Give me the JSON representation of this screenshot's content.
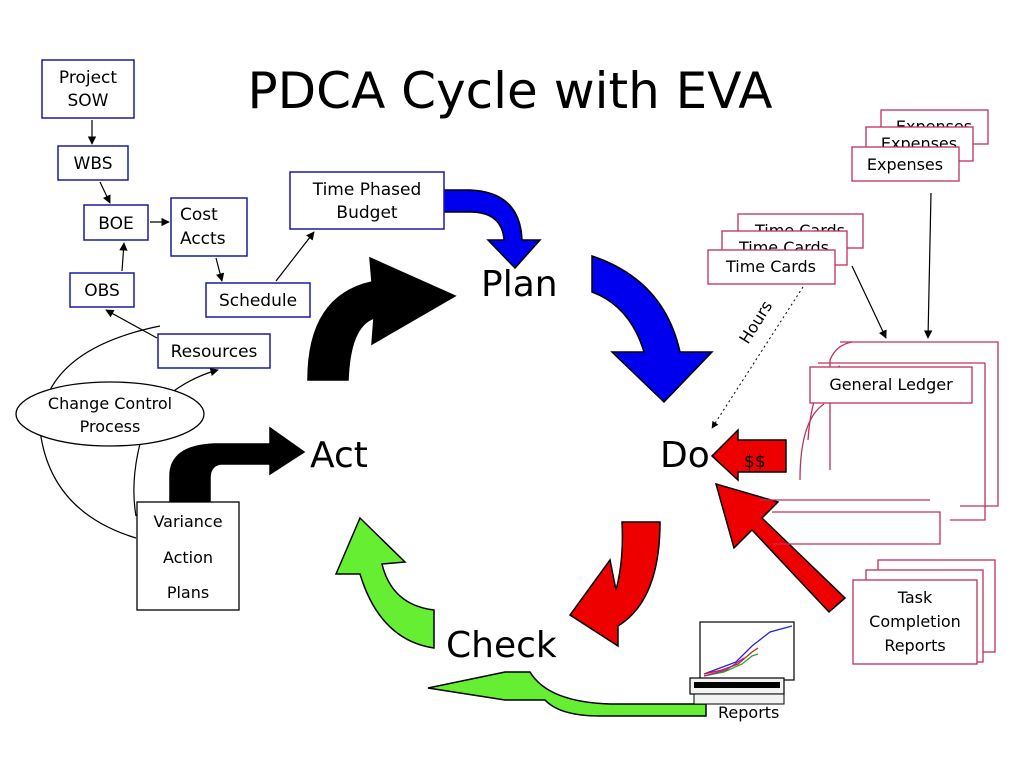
{
  "title": "PDCA Cycle with EVA",
  "stages": {
    "plan": "Plan",
    "do": "Do",
    "check": "Check",
    "act": "Act"
  },
  "boxes": {
    "project_sow": [
      "Project",
      "SOW"
    ],
    "wbs": "WBS",
    "boe": "BOE",
    "cost_accts": [
      "Cost",
      "Accts"
    ],
    "obs": "OBS",
    "schedule": "Schedule",
    "resources": "Resources",
    "time_phased_budget": [
      "Time Phased",
      "Budget"
    ],
    "change_control": [
      "Change Control",
      "Process"
    ],
    "variance_action_plans": [
      "Variance",
      "Action",
      "Plans"
    ],
    "expenses": [
      "Expenses",
      "Expenses",
      "Expenses"
    ],
    "time_cards": [
      "Time Cards",
      "Time Cards",
      "Time Cards"
    ],
    "general_ledger": "General Ledger",
    "task_completion_reports": [
      "Task",
      "Completion",
      "Reports"
    ],
    "reports": "Reports"
  },
  "arrow_labels": {
    "hours": "Hours",
    "dollars": "$$"
  },
  "colors": {
    "plan_arrow": "#0000ee",
    "do_arrow": "#ee0000",
    "check_arrow": "#66ee33",
    "act_arrow": "#000000",
    "blue_box": "#1a1aa6",
    "red_box": "#c0305a"
  }
}
